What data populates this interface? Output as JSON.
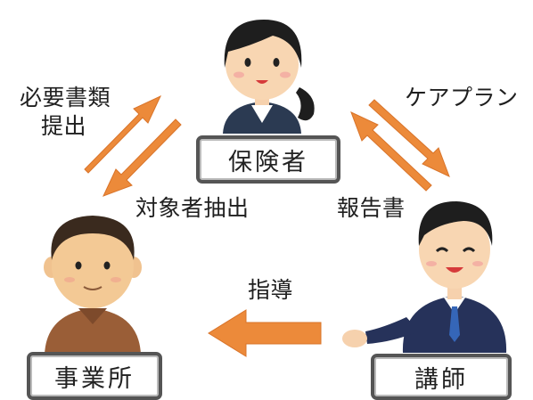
{
  "roles": {
    "insurer": "保険者",
    "office": "事業所",
    "instructor": "講師"
  },
  "flows": {
    "documents_line1": "必要書類",
    "documents_line2": "提出",
    "target_extraction": "対象者抽出",
    "care_plan": "ケアプラン",
    "report": "報告書",
    "guidance": "指導"
  },
  "colors": {
    "arrow": "#ec8a3a",
    "arrow_dark": "#e07a2a",
    "box_border": "#555555"
  },
  "icons": {
    "insurer": "woman-staff-icon",
    "office": "elderly-man-icon",
    "instructor": "businessman-icon"
  }
}
